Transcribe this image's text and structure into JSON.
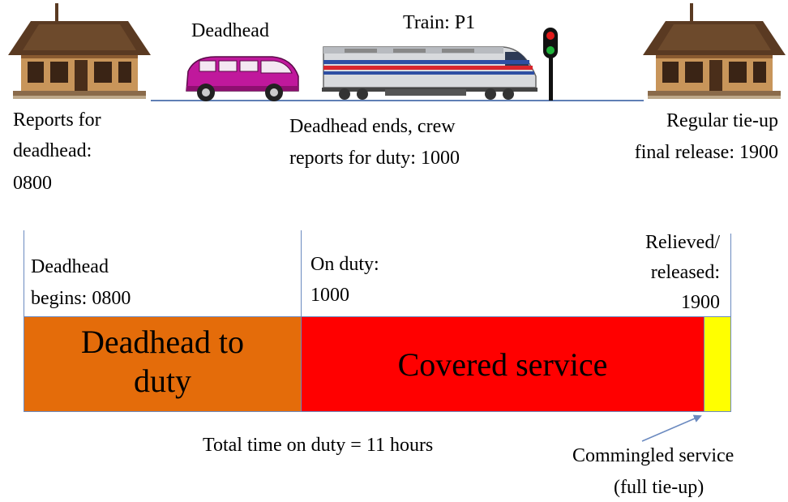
{
  "top_scene": {
    "deadhead_vehicle_label": "Deadhead",
    "train_label": "Train:  P1",
    "reports_for_deadhead": [
      "Reports for",
      "deadhead:",
      "0800"
    ],
    "deadhead_ends": [
      "Deadhead ends, crew",
      "reports for duty:  1000"
    ],
    "regular_tieup": [
      "Regular  tie-up",
      "final  release:  1900"
    ]
  },
  "timeline": {
    "markers": {
      "deadhead_begins": [
        "Deadhead",
        "begins:  0800"
      ],
      "on_duty": [
        "On duty:",
        "1000"
      ],
      "relieved": [
        "Relieved/",
        "released:",
        "1900"
      ]
    },
    "segments": [
      {
        "label_lines": [
          "Deadhead to",
          "duty"
        ],
        "color": "#e46c0a"
      },
      {
        "label_lines": [
          "Covered service"
        ],
        "color": "#ff0000"
      },
      {
        "label_lines": [],
        "color": "#ffff00"
      }
    ],
    "total_time": "Total  time  on  duty  =  11  hours",
    "commingled": [
      "Commingled  service",
      "(full  tie-up)"
    ]
  },
  "colors": {
    "ground_line": "#5f7fb5",
    "arrow": "#6b8ac0",
    "bus_body": "#c0189c",
    "station_roof": "#5a3a22",
    "station_wall": "#c8955a",
    "train_stripe_red": "#d9262c",
    "train_stripe_blue": "#2e4fa3"
  }
}
